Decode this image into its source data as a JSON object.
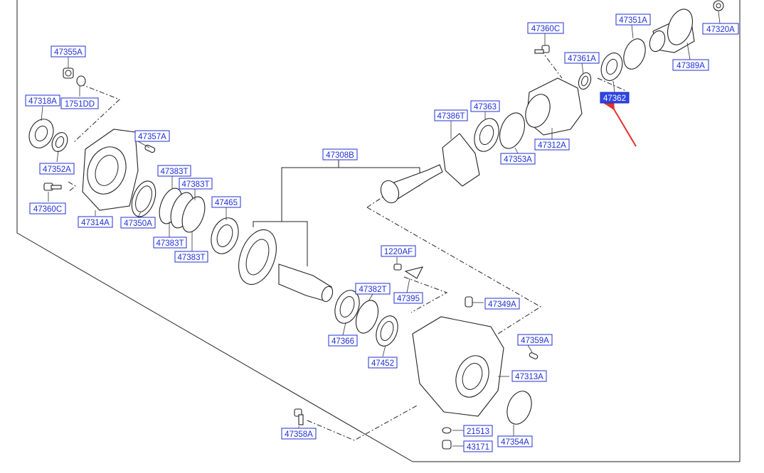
{
  "highlighted_part": "47362",
  "parts": [
    "47355A",
    "1751DD",
    "47318A",
    "47357A",
    "47352A",
    "47360C",
    "47314A",
    "47383T",
    "47350A",
    "47465",
    "47308B",
    "1220AF",
    "47395",
    "47382T",
    "47366",
    "47452",
    "47349A",
    "47359A",
    "47313A",
    "47358A",
    "21513",
    "43171",
    "47354A",
    "47386T",
    "47363",
    "47353A",
    "47312A",
    "47360C",
    "47361A",
    "47362",
    "47351A",
    "47320A",
    "47389A"
  ],
  "colors": {
    "label_text": "#1f2fd6",
    "highlight_fill": "#2f45e8",
    "arrow": "#e53030"
  }
}
